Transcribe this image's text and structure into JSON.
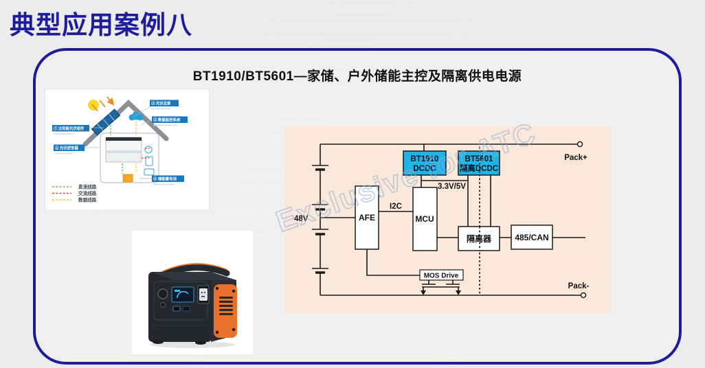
{
  "page": {
    "title": "典型应用案例八",
    "subtitle": "BT1910/BT5601—家储、户外储能主控及隔离供电电源"
  },
  "colors": {
    "title_navy": "#1c1c9c",
    "diagram_bg": "#fae9da",
    "chip_cyan": "#1fb4e6",
    "label_blue": "#1878be",
    "legend_green": "#5cb848",
    "legend_red": "#e03c31",
    "legend_yellow": "#f2c21d"
  },
  "house_diagram": {
    "labels": [
      {
        "text": "① 太阳能光伏组件"
      },
      {
        "text": "② 光伏逆变器"
      },
      {
        "text": "③ 光伏支架"
      },
      {
        "text": "⑤ 数据监控系统"
      },
      {
        "text": "④ 储能蓄电池"
      }
    ],
    "legend": [
      {
        "label": "直流线路"
      },
      {
        "label": "交流线路"
      },
      {
        "label": "数据线路"
      }
    ]
  },
  "circuit": {
    "labels": {
      "battery_voltage": "48V",
      "i2c": "I2C",
      "rail_33v": "3.3V/5V",
      "pack_plus": "Pack+",
      "pack_minus": "Pack-"
    },
    "blocks": {
      "afe": "AFE",
      "mcu": "MCU",
      "bt1910_line1": "BT1910",
      "bt1910_line2": "DCDC",
      "bt5601_line1": "BT5601",
      "bt5601_line2": "隔离DCDC",
      "isolator": "隔离器",
      "bus": "485/CAN",
      "mos_drive": "MOS Drive"
    },
    "watermark": "Exclusive for ATC"
  }
}
